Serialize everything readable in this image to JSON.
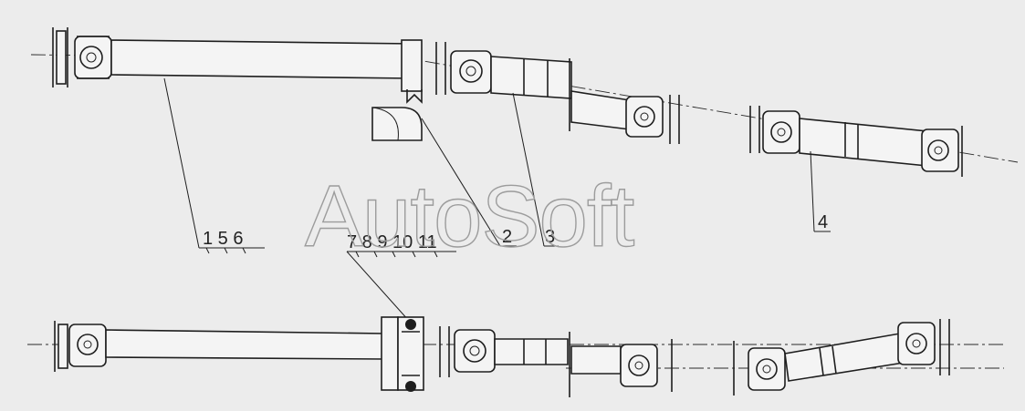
{
  "watermark": "AutoSoft",
  "callouts": {
    "group_a": "1 5 6",
    "group_b": "7 8 9 10 11",
    "label_2": "2",
    "label_3": "3",
    "label_4": "4"
  }
}
